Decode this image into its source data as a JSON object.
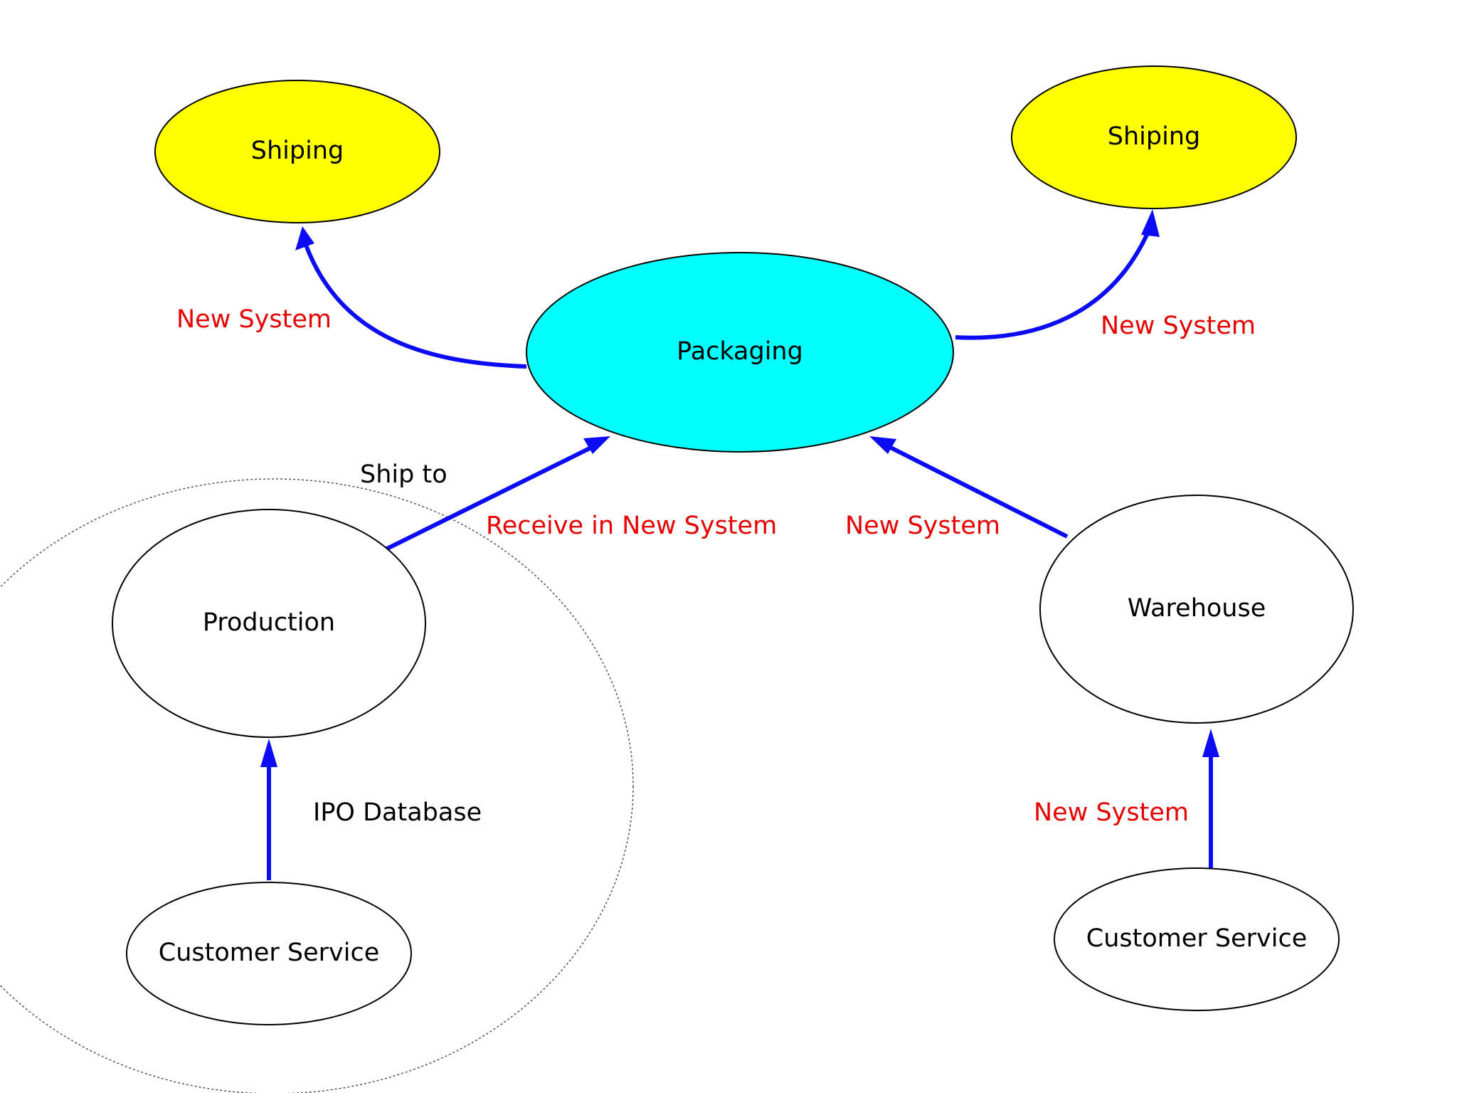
{
  "colors": {
    "arrow": "#0b0bf5",
    "edge_label": "#e60000",
    "shipping_fill": "#ffff00",
    "packaging_fill": "#00ffff",
    "default_fill": "#ffffff"
  },
  "nodes": {
    "shipping_left": {
      "label": "Shiping"
    },
    "shipping_right": {
      "label": "Shiping"
    },
    "packaging": {
      "label": "Packaging"
    },
    "production": {
      "label": "Production"
    },
    "warehouse": {
      "label": "Warehouse"
    },
    "customer_service_left": {
      "label": "Customer Service"
    },
    "customer_service_right": {
      "label": "Customer Service"
    }
  },
  "group": {
    "label": "Ship to"
  },
  "edges": {
    "packaging_to_shipping_left": {
      "label": "New System"
    },
    "packaging_to_shipping_right": {
      "label": "New System"
    },
    "production_to_packaging": {
      "label": "Receive in New System"
    },
    "warehouse_to_packaging": {
      "label": "New System"
    },
    "customer_service_to_production": {
      "label": "IPO Database"
    },
    "customer_service_to_warehouse": {
      "label": "New System"
    }
  }
}
